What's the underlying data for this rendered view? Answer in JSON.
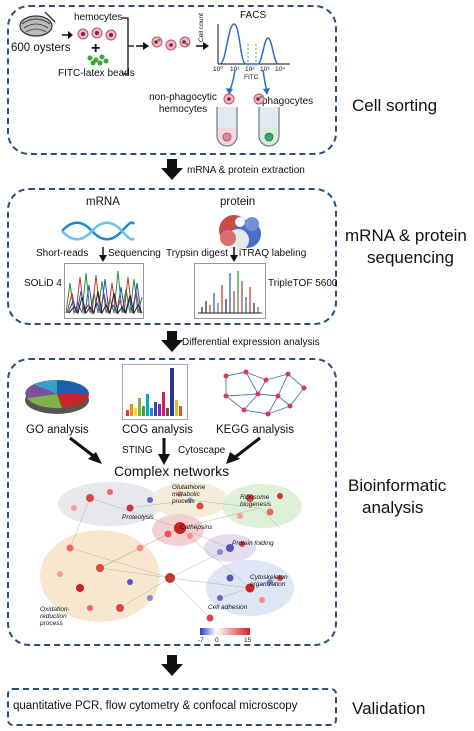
{
  "cell_sorting": {
    "oysters": "600 oysters",
    "hemocytes": "hemocytes",
    "plus": "+",
    "beads": "FITC-latex beads",
    "facs": "FACS",
    "y_axis": "Cell count",
    "x_axis": "FITC",
    "x_ticks": [
      "10⁰",
      "10¹",
      "10²",
      "10³",
      "10⁴"
    ],
    "non_phago_line1": "non-phagocytic",
    "non_phago_line2": "hemocytes",
    "phago": "phagocytes",
    "label": "Cell sorting"
  },
  "step1_arrow": "mRNA & protein extraction",
  "sequencing": {
    "mrna": "mRNA",
    "protein": "protein",
    "short_reads": "Short-reads",
    "sequencing": "Sequencing",
    "trypsin": "Trypsin digest",
    "itraq": "iTRAQ labeling",
    "solid": "SOLiD 4",
    "tripletof": "TripleTOF 5600",
    "label_line1": "mRNA & protein",
    "label_line2": "sequencing"
  },
  "step2_arrow": "Differential expression analysis",
  "bioinformatic": {
    "go": "GO analysis",
    "cog": "COG analysis",
    "kegg": "KEGG analysis",
    "sting": "STING",
    "cytoscape": "Cytoscape",
    "networks": "Complex networks",
    "clusters": [
      "Glutathione metabolic process",
      "Ribosome biogenesis",
      "Proteolysis",
      "Cathepsins",
      "Protein folding",
      "Cytoskeleton organization",
      "Cell adhesion",
      "Oxidation-reduction process"
    ],
    "scale": [
      "-7",
      "0",
      "15"
    ],
    "label_line1": "Bioinformatic",
    "label_line2": "analysis"
  },
  "validation": {
    "text": "quantitative PCR, flow cytometry & confocal microscopy",
    "label": "Validation"
  },
  "colors": {
    "box_border": "#2c4f7c",
    "arrow": "#111111",
    "curve": "#2b6fc4",
    "pie": [
      "#1f5fb0",
      "#c62828",
      "#7fb24a",
      "#7a4fa0",
      "#37a0c8"
    ]
  }
}
